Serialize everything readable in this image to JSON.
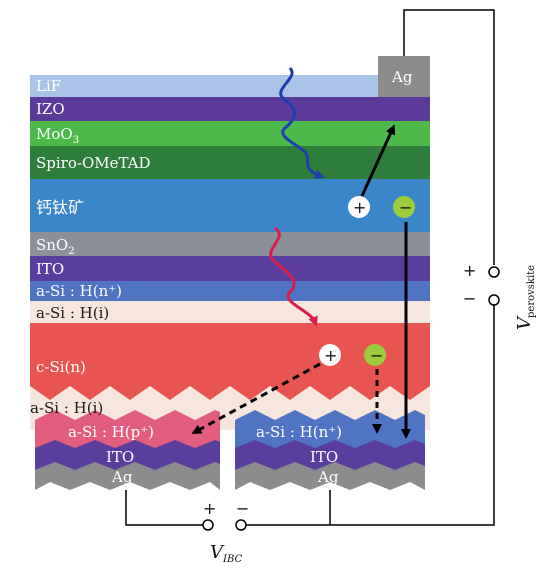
{
  "layers": {
    "lif": "LiF",
    "izo": "IZO",
    "moo3_base": "MoO",
    "moo3_sub": "3",
    "spiro": "Spiro-OMeTAD",
    "perovskite": "钙钛矿",
    "sno2_base": "SnO",
    "sno2_sub": "2",
    "ito": "ITO",
    "asi_n": "a-Si : H(n⁺)",
    "asi_i": "a-Si : H(i)",
    "csi": "c-Si(n)",
    "asi_i_back": "a-Si : H(i)",
    "asi_p_back": "a-Si : H(p⁺)",
    "asi_n_back": "a-Si : H(n⁺)"
  },
  "contacts": {
    "ag_top": "Ag",
    "ito_left": "ITO",
    "ag_left": "Ag",
    "ito_right": "ITO",
    "ag_right": "Ag"
  },
  "carriers": {
    "hole": "+",
    "electron": "−"
  },
  "circuit": {
    "perovskite_plus": "+",
    "perovskite_minus": "−",
    "v_perovskite_main": "V",
    "v_perovskite_sub": "perovskite",
    "ibc_plus": "+",
    "ibc_minus": "−",
    "v_ibc_main": "V",
    "v_ibc_sub": "IBC"
  },
  "colors": {
    "lif": "#a9c4e6",
    "izo": "#5b3a9a",
    "moo3": "#4cb94a",
    "spiro": "#2e7d3a",
    "perovskite": "#3b86c9",
    "sno2": "#8a8f9a",
    "ito": "#5a3e9e",
    "asi_n": "#4f74c4",
    "asi_i": "#f6e6de",
    "csi": "#e8544f",
    "asi_p": "#e25d7f",
    "ag": "#8c8c8c",
    "electron": "#9ccc3c",
    "wave_blue": "#1e3fae",
    "wave_red": "#d81f4c"
  }
}
